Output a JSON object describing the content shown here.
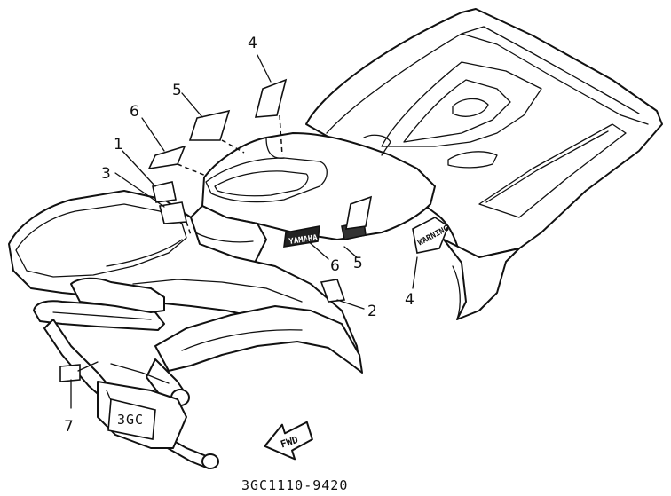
{
  "diagram": {
    "part_number": "3GC1110-9420",
    "callouts": [
      {
        "id": "c1",
        "label": "1"
      },
      {
        "id": "c2",
        "label": "2"
      },
      {
        "id": "c3",
        "label": "3"
      },
      {
        "id": "c4a",
        "label": "4"
      },
      {
        "id": "c4b",
        "label": "4"
      },
      {
        "id": "c5a",
        "label": "5"
      },
      {
        "id": "c5b",
        "label": "5"
      },
      {
        "id": "c6a",
        "label": "6"
      },
      {
        "id": "c6b",
        "label": "6"
      },
      {
        "id": "c7",
        "label": "7"
      }
    ],
    "fwd_label": "FWD",
    "front_plate_text": "3GC",
    "decal_yamaha": "YAMAHA",
    "decal_warning": "WARNING"
  }
}
